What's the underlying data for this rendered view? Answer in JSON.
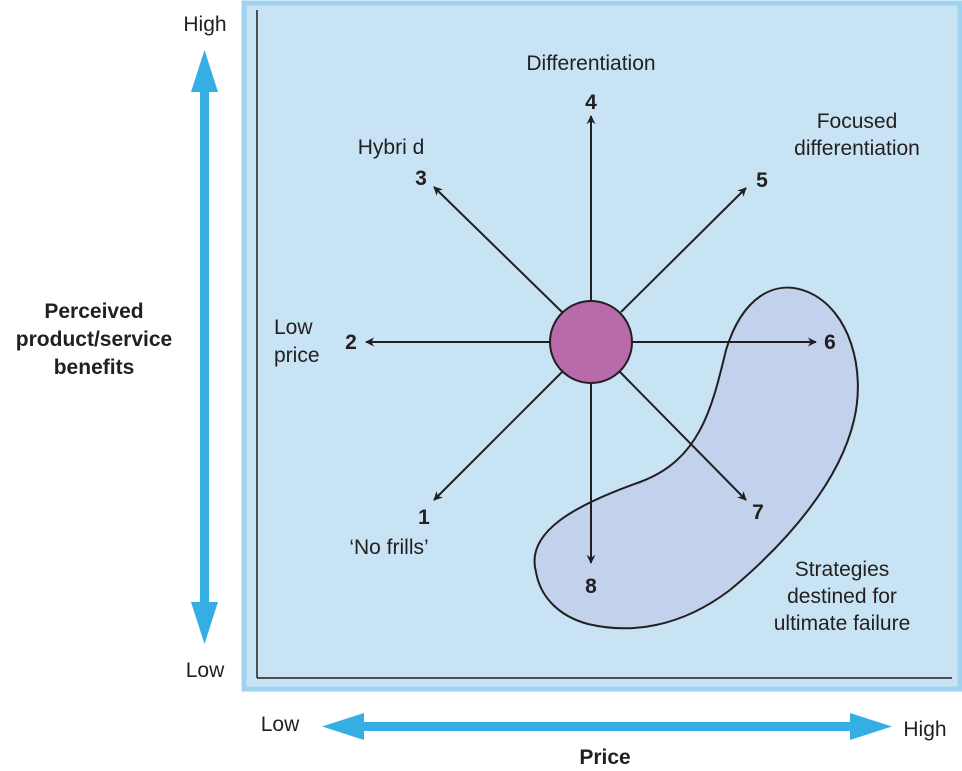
{
  "y_axis": {
    "high_label": "High",
    "low_label": "Low",
    "title_lines": [
      "Perceived",
      "product/service",
      "benefits"
    ]
  },
  "x_axis": {
    "low_label": "Low",
    "high_label": "High",
    "title": "Price"
  },
  "strategies": [
    {
      "number": "1",
      "label_lines": [
        "‘No frills’"
      ]
    },
    {
      "number": "2",
      "label_lines": [
        "Low",
        "price"
      ]
    },
    {
      "number": "3",
      "label_lines": [
        "Hybri d"
      ]
    },
    {
      "number": "4",
      "label_lines": [
        "Differentiation"
      ]
    },
    {
      "number": "5",
      "label_lines": [
        "Focused",
        "differentiation"
      ]
    },
    {
      "number": "6",
      "label_lines": []
    },
    {
      "number": "7",
      "label_lines": []
    },
    {
      "number": "8",
      "label_lines": []
    }
  ],
  "failure_zone": {
    "label_lines": [
      "Strategies",
      "destined for",
      "ultimate failure"
    ]
  },
  "colors": {
    "panel": "#c7e3f4",
    "panel_border": "#9fd3ef",
    "axis_arrow": "#35aee4",
    "center_circle": "#b96aab",
    "failure_zone_fill": "#c2d2ec",
    "ink": "#231f20"
  }
}
